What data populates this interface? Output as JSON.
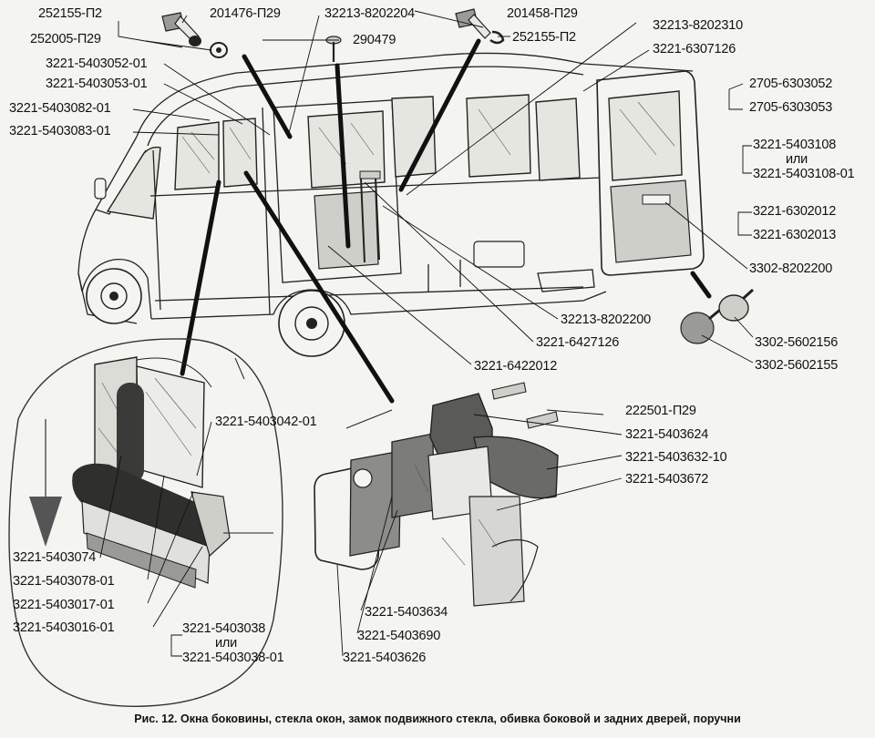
{
  "caption": "Рис. 12. Окна боковины, стекла окон, замок подвижного стекла, обивка боковой и задних дверей, поручни",
  "labels": [
    {
      "id": "l1",
      "text": "252155-П2"
    },
    {
      "id": "l2",
      "text": "201476-П29"
    },
    {
      "id": "l3",
      "text": "32213-8202204"
    },
    {
      "id": "l4",
      "text": "201458-П29"
    },
    {
      "id": "l5",
      "text": "32213-8202310"
    },
    {
      "id": "l6",
      "text": "252005-П29"
    },
    {
      "id": "l7",
      "text": "290479"
    },
    {
      "id": "l8",
      "text": "252155-П2"
    },
    {
      "id": "l9",
      "text": "3221-6307126"
    },
    {
      "id": "l10",
      "text": "3221-5403052-01"
    },
    {
      "id": "l11",
      "text": "3221-5403053-01"
    },
    {
      "id": "l12",
      "text": "2705-6303052"
    },
    {
      "id": "l13",
      "text": "3221-5403082-01"
    },
    {
      "id": "l14",
      "text": "2705-6303053"
    },
    {
      "id": "l15",
      "text": "3221-5403083-01"
    },
    {
      "id": "l16",
      "text": "3221-5403108"
    },
    {
      "id": "l17",
      "text": "или"
    },
    {
      "id": "l18",
      "text": "3221-5403108-01"
    },
    {
      "id": "l19",
      "text": "3221-6302012"
    },
    {
      "id": "l20",
      "text": "3221-6302013"
    },
    {
      "id": "l21",
      "text": "3302-8202200"
    },
    {
      "id": "l22",
      "text": "32213-8202200"
    },
    {
      "id": "l23",
      "text": "3221-6427126"
    },
    {
      "id": "l24",
      "text": "3302-5602156"
    },
    {
      "id": "l25",
      "text": "3221-6422012"
    },
    {
      "id": "l26",
      "text": "3302-5602155"
    },
    {
      "id": "l27",
      "text": "222501-П29"
    },
    {
      "id": "l28",
      "text": "3221-5403042-01"
    },
    {
      "id": "l29",
      "text": "3221-5403624"
    },
    {
      "id": "l30",
      "text": "3221-5403632-10"
    },
    {
      "id": "l31",
      "text": "3221-5403672"
    },
    {
      "id": "l32",
      "text": "3221-5403074"
    },
    {
      "id": "l33",
      "text": "3221-5403078-01"
    },
    {
      "id": "l34",
      "text": "3221-5403017-01"
    },
    {
      "id": "l35",
      "text": "3221-5403634"
    },
    {
      "id": "l36",
      "text": "3221-5403016-01"
    },
    {
      "id": "l37",
      "text": "3221-5403038"
    },
    {
      "id": "l38",
      "text": "3221-5403690"
    },
    {
      "id": "l39",
      "text": "или"
    },
    {
      "id": "l40",
      "text": "3221-5403038-01"
    },
    {
      "id": "l41",
      "text": "3221-5403626"
    }
  ]
}
